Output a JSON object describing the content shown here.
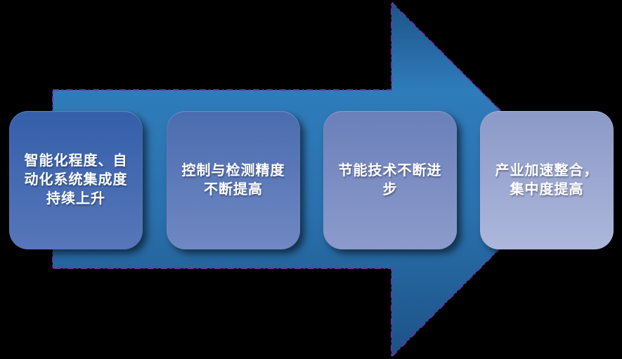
{
  "diagram": {
    "background_color": "#000000",
    "arrow": {
      "name": "process-arrow",
      "direction": "right",
      "outline_color": "#7030A0",
      "gradient": [
        "#1d5489",
        "#2f7cbb",
        "#2a70ac",
        "#1c5286"
      ]
    },
    "steps": [
      {
        "text": "智能化程度、自\n动化系统集成度\n持续上升",
        "top_color": "#335fa9",
        "bottom_color": "#5876ba"
      },
      {
        "text": "控制与检测精度\n不断提高",
        "top_color": "#4a6cae",
        "bottom_color": "#7088c3"
      },
      {
        "text": "节能技术不断进\n步",
        "top_color": "#6a7fb9",
        "bottom_color": "#8c9bcb"
      },
      {
        "text": "产业加速整合，\n集中度提高",
        "top_color": "#8b99c8",
        "bottom_color": "#adb7db"
      }
    ]
  }
}
